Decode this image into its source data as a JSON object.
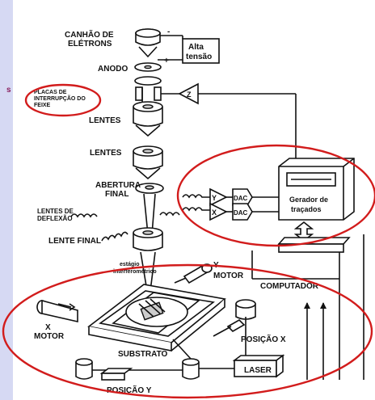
{
  "sidebar": {
    "fragment": "s"
  },
  "labels": {
    "electron_gun": [
      "CANHÃO DE",
      "ELÉTRONS"
    ],
    "high_voltage": [
      "Alta",
      "tensão"
    ],
    "plus_sign": "+",
    "minus_sign": "-",
    "anode": "ANODO",
    "blanking_plates": [
      "PLACAS DE",
      "INTERRUPÇÃO DO",
      "FEIXE"
    ],
    "z_amp": "Z",
    "lenses_1": "LENTES",
    "lenses_2": "LENTES",
    "final_aperture": [
      "ABERTURA",
      "FINAL"
    ],
    "deflection_lenses": [
      "LENTES DE",
      "DEFLEXÃO"
    ],
    "final_lens": "LENTE FINAL",
    "y_amp": "Y",
    "x_amp": "X",
    "dac_1": "DAC",
    "dac_2": "DAC",
    "pattern_generator": [
      "Gerador de",
      "traçados"
    ],
    "interferometric_stage": [
      "estágio",
      "interferométrico"
    ],
    "y_motor": [
      "Y",
      "MOTOR"
    ],
    "computer": "COMPUTADOR",
    "x_motor": [
      "X",
      "MOTOR"
    ],
    "substrate": "SUBSTRATO",
    "x_position": "POSIÇÃO X",
    "laser": "LASER",
    "y_position": "POSIÇÃO Y"
  },
  "colors": {
    "highlight": "#d21c1c",
    "sidebar": "#d6d9f3",
    "sidebar_text": "#8a1f5e"
  }
}
